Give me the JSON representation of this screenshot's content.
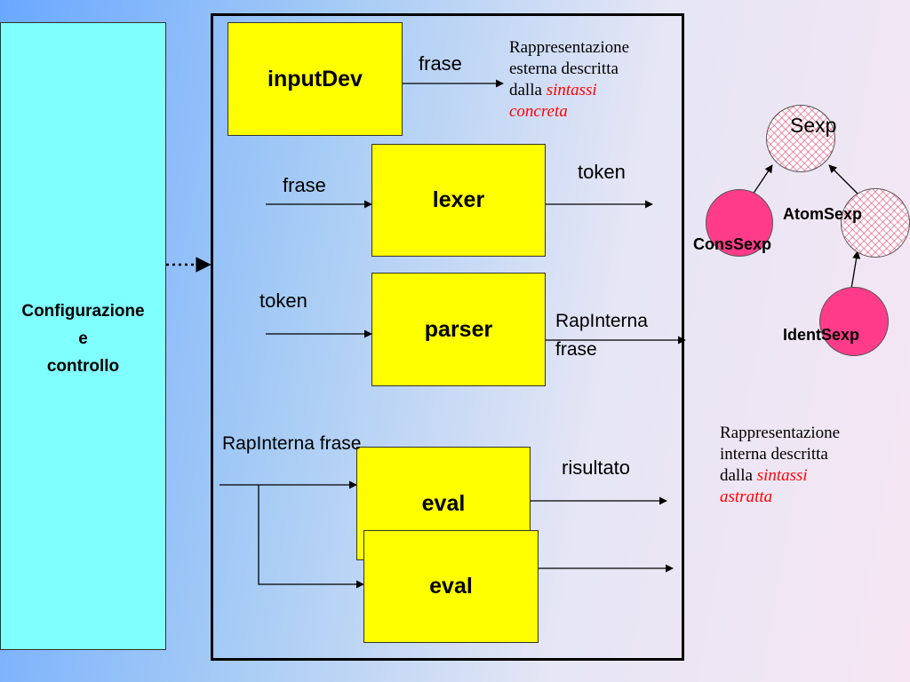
{
  "config": {
    "line1": "Configurazione",
    "line2": "e",
    "line3": "controllo"
  },
  "boxes": {
    "inputdev": "inputDev",
    "lexer": "lexer",
    "parser": "parser",
    "eval1": "eval",
    "eval2": "eval"
  },
  "labels": {
    "inputdev_out": "frase",
    "lexer_in": "frase",
    "lexer_out": "token",
    "parser_in": "token",
    "parser_out_1": "RapInterna",
    "parser_out_2": "frase",
    "eval_in": "RapInterna frase",
    "eval_out": "risultato"
  },
  "concrete_note": {
    "l1": "Rappresentazione",
    "l2": "esterna descritta",
    "l3_plain": "dalla ",
    "l3_red": "sintassi",
    "l4_red": "concreta"
  },
  "abstract_note": {
    "l1": "Rappresentazione",
    "l2": "interna descritta",
    "l3_plain": "dalla ",
    "l3_red": "sintassi",
    "l4_red": "astratta"
  },
  "tree": {
    "sexp": "Sexp",
    "atomsexp": "AtomSexp",
    "conssexp": "ConsSexp",
    "identsexp": "IdentSexp"
  },
  "colors": {
    "config_fill": "#80ffff",
    "box_fill": "#ffff00",
    "node_solid": "#ff3b8a",
    "accent_red": "#ff0000"
  }
}
